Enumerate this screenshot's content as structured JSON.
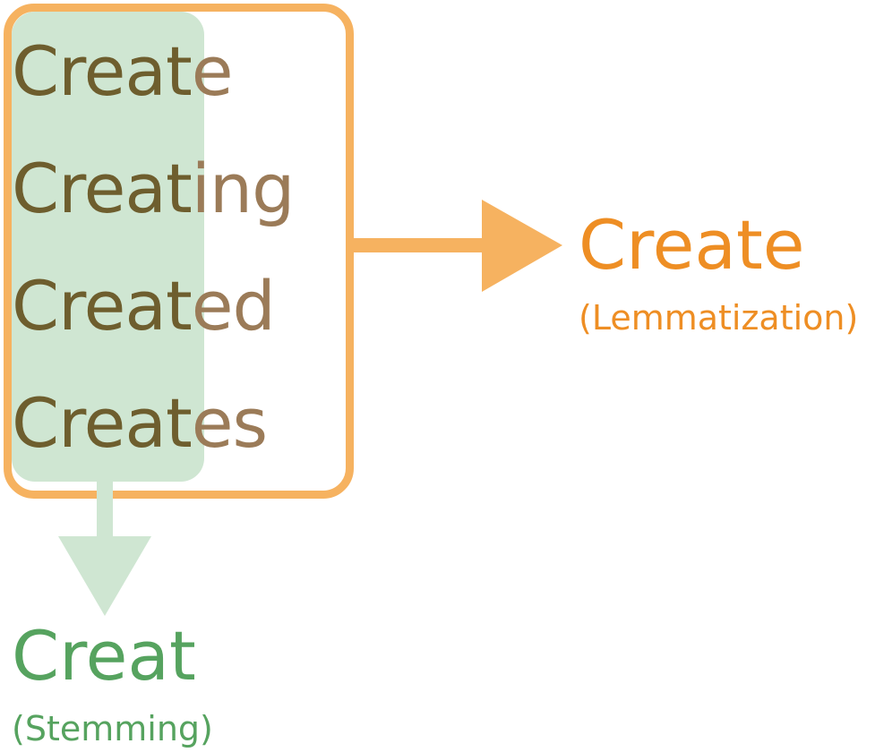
{
  "words": [
    {
      "stem": "Creat",
      "rest": "e"
    },
    {
      "stem": "Creat",
      "rest": "ing"
    },
    {
      "stem": "Creat",
      "rest": "ed"
    },
    {
      "stem": "Creat",
      "rest": "es"
    }
  ],
  "lemmatization": {
    "result": "Create",
    "label": "(Lemmatization)"
  },
  "stemming": {
    "result": "Creat",
    "label": "(Stemming)"
  },
  "colors": {
    "lemma_accent": "#ee8e24",
    "box_border": "#f6b260",
    "stem_accent": "#56a35f",
    "stem_highlight": "#cfe6d2",
    "word_text": "#9b7b58",
    "stem_text": "#6e5e2e"
  }
}
